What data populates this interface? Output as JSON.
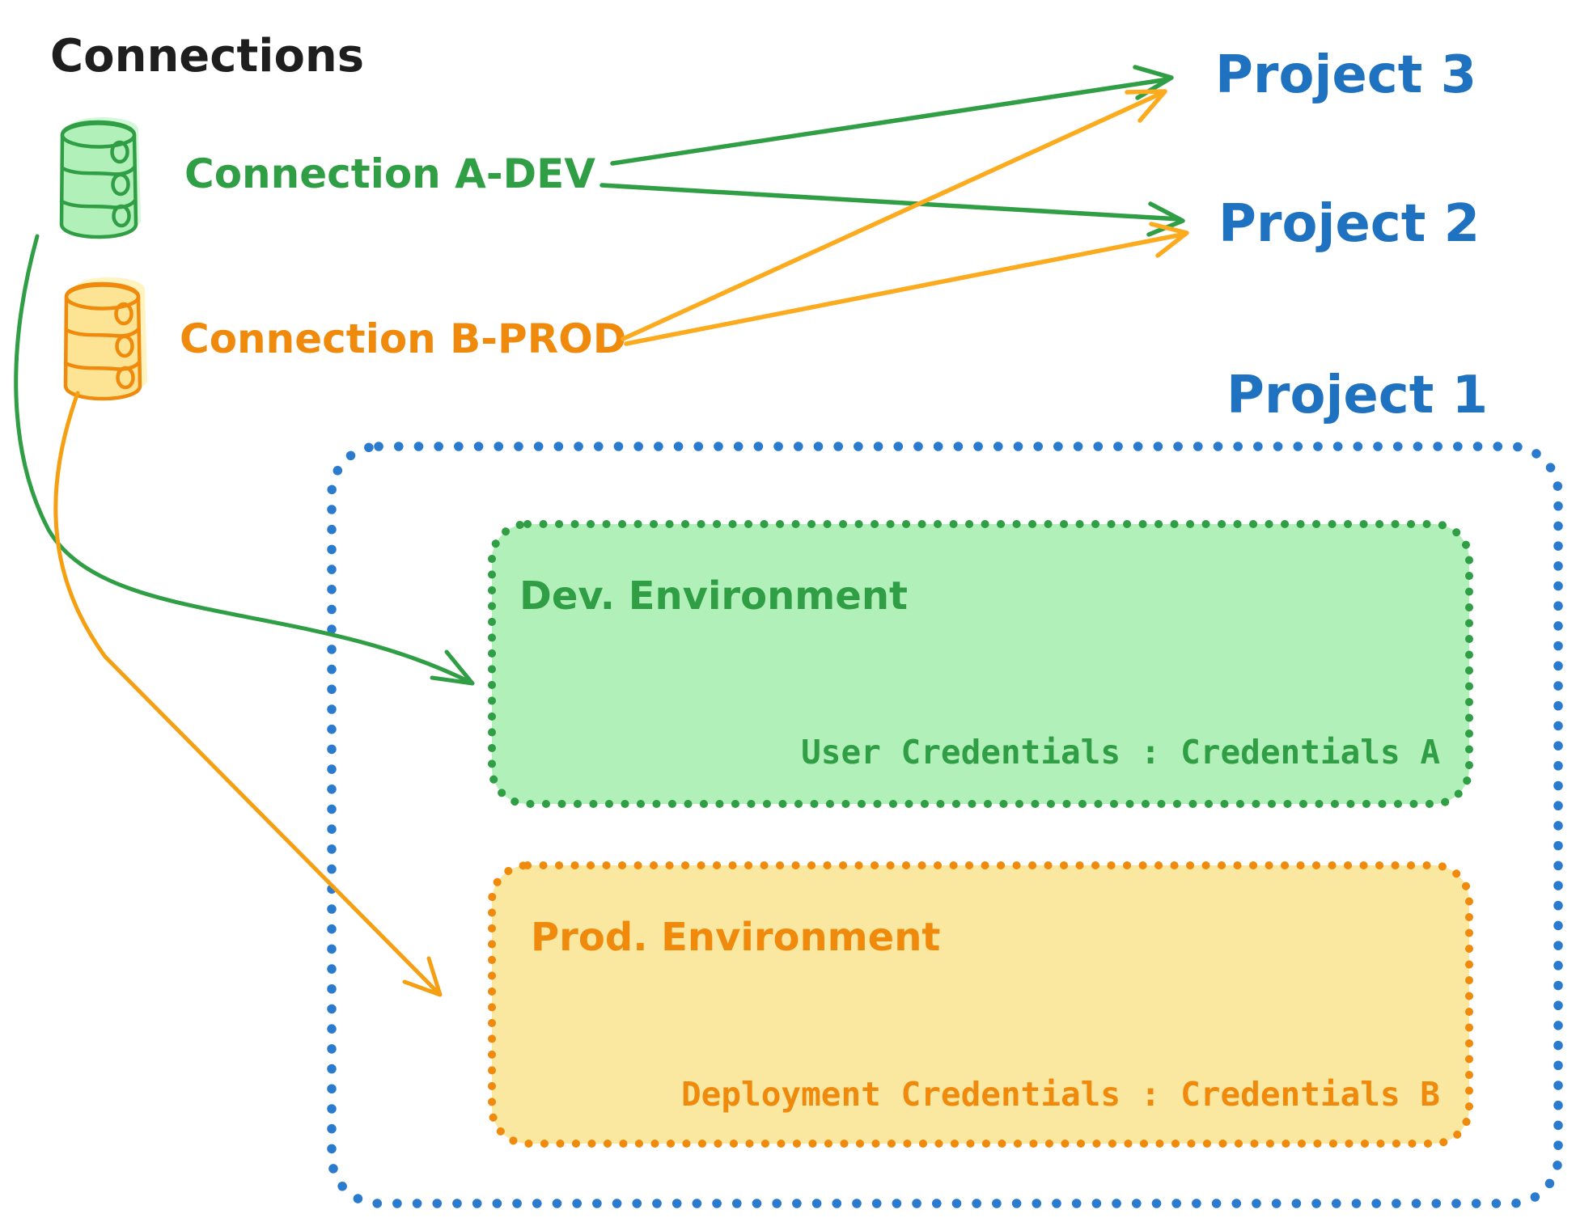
{
  "title": "Connections",
  "colors": {
    "title_black": "#1e1e1e",
    "green": "#2f9e44",
    "green_fill": "#b2f0ba",
    "green_halo": "#d3f9d8",
    "orange": "#ef8a0c",
    "orange_fill": "#fae7a0",
    "orange_cyl_fill": "#fce494",
    "orange_halo": "#fff3bf",
    "orange_arrow_straight": "#fbab1d",
    "orange_arrow_curved": "#f59f13",
    "blue_text": "#1f72c0",
    "blue_border": "#2a7bcd"
  },
  "connections": [
    {
      "label": "Connection A-DEV",
      "icon": "database-icon",
      "color": "#2f9e44"
    },
    {
      "label": "Connection B-PROD",
      "icon": "database-icon",
      "color": "#ef8a0c"
    }
  ],
  "projects": [
    {
      "label": "Project 3"
    },
    {
      "label": "Project 2"
    },
    {
      "label": "Project 1"
    }
  ],
  "project1": {
    "environments": [
      {
        "name": "Dev. Environment",
        "credentials": "User Credentials : Credentials A"
      },
      {
        "name": "Prod. Environment",
        "credentials": "Deployment Credentials : Credentials B"
      }
    ]
  },
  "arrows": [
    {
      "from": "Connection A-DEV",
      "to": "Project 3"
    },
    {
      "from": "Connection A-DEV",
      "to": "Project 2"
    },
    {
      "from": "Connection B-PROD",
      "to": "Project 3"
    },
    {
      "from": "Connection B-PROD",
      "to": "Project 2"
    },
    {
      "from": "Connection A-DEV",
      "to": "Dev. Environment"
    },
    {
      "from": "Connection B-PROD",
      "to": "Prod. Environment"
    }
  ]
}
